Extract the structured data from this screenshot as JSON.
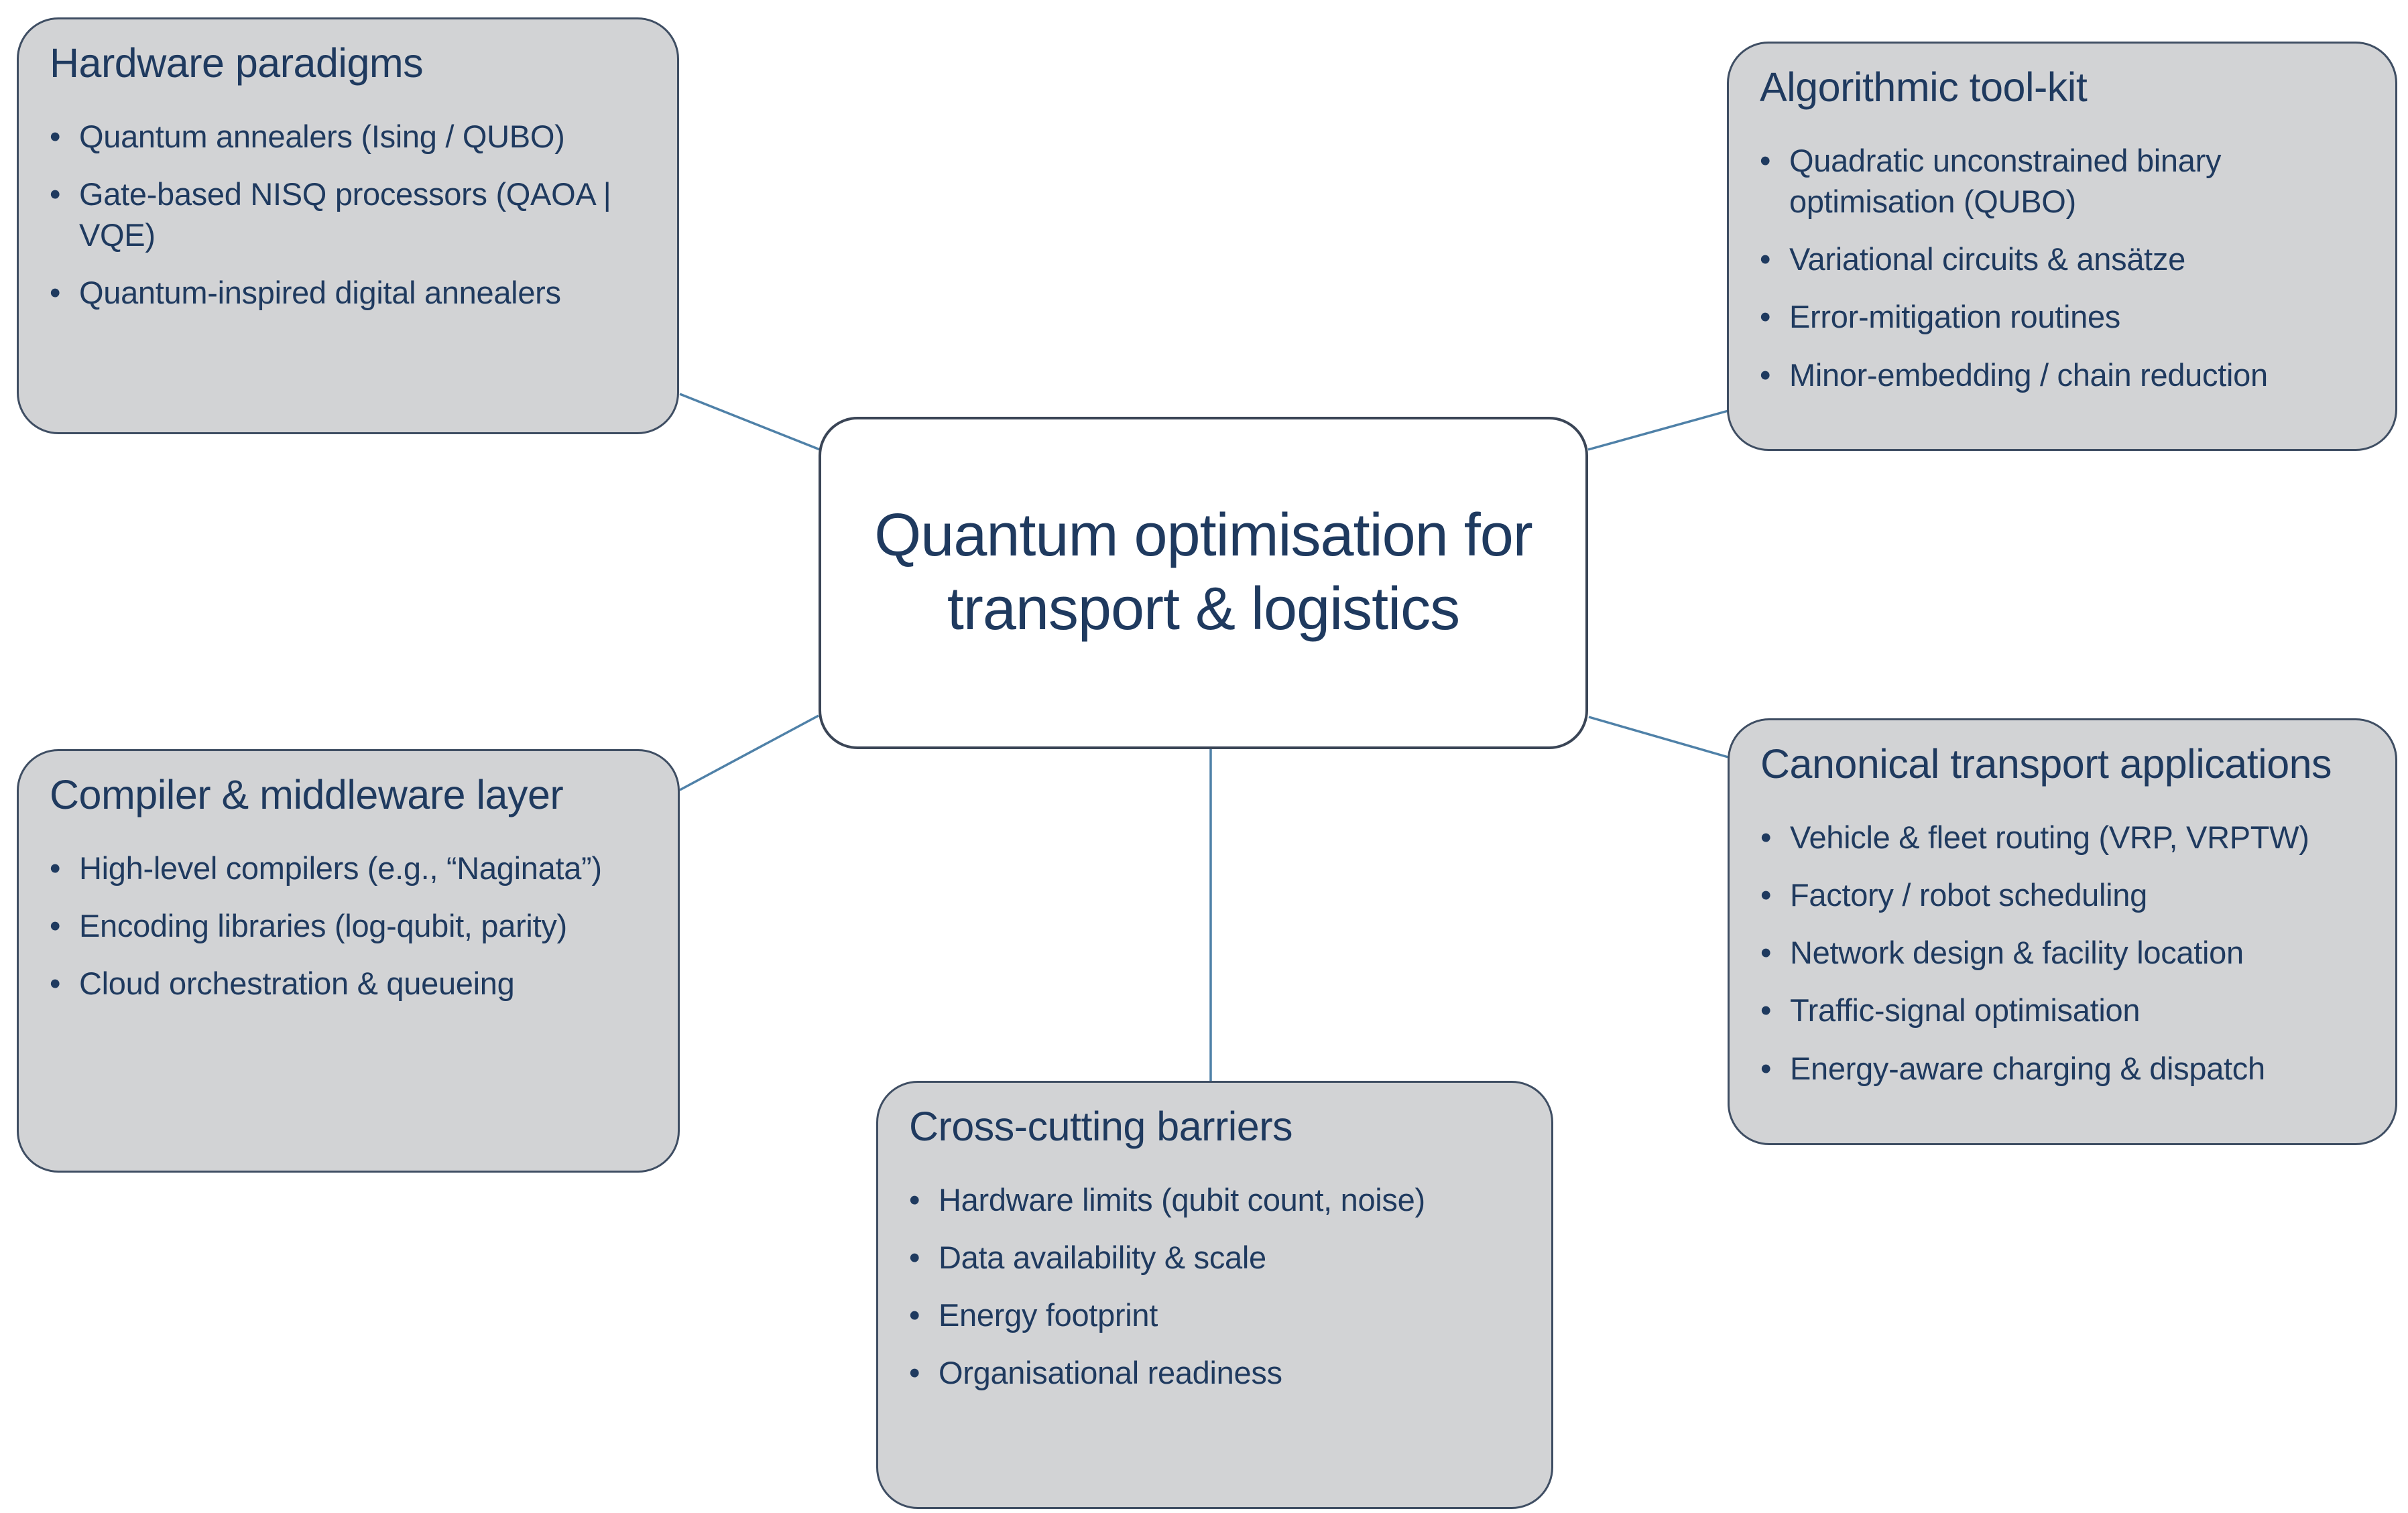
{
  "bullet_char": "•",
  "center": {
    "title": "Quantum optimisation for transport & logistics"
  },
  "nodes": [
    {
      "id": "hardware",
      "title": "Hardware paradigms",
      "bullets": [
        "Quantum annealers (Ising / QUBO)",
        "Gate-based NISQ processors (QAOA | VQE)",
        "Quantum-inspired digital annealers"
      ]
    },
    {
      "id": "algorithmic",
      "title": "Algorithmic tool-kit",
      "bullets": [
        "Quadratic unconstrained binary optimisation (QUBO)",
        "Variational circuits & ansätze",
        "Error-mitigation routines",
        "Minor-embedding / chain reduction"
      ]
    },
    {
      "id": "compiler",
      "title": "Compiler & middleware layer",
      "bullets": [
        "High-level compilers (e.g., “Naginata”)",
        "Encoding libraries (log-qubit, parity)",
        "Cloud orchestration & queueing"
      ]
    },
    {
      "id": "canonical",
      "title": "Canonical transport applications",
      "bullets": [
        "Vehicle & fleet routing (VRP, VRPTW)",
        "Factory / robot scheduling",
        "Network design & facility location",
        "Traffic-signal optimisation",
        "Energy-aware charging & dispatch"
      ]
    },
    {
      "id": "barriers",
      "title": "Cross-cutting barriers",
      "bullets": [
        "Hardware limits (qubit count, noise)",
        "Data availability & scale",
        "Energy footprint",
        "Organisational readiness"
      ]
    }
  ],
  "colors": {
    "node_fill": "#d2d3d5",
    "node_border": "#3f4e63",
    "center_fill": "#ffffff",
    "center_border": "#3a4556",
    "text": "#1f3a5f",
    "connector": "#4f81a8"
  }
}
